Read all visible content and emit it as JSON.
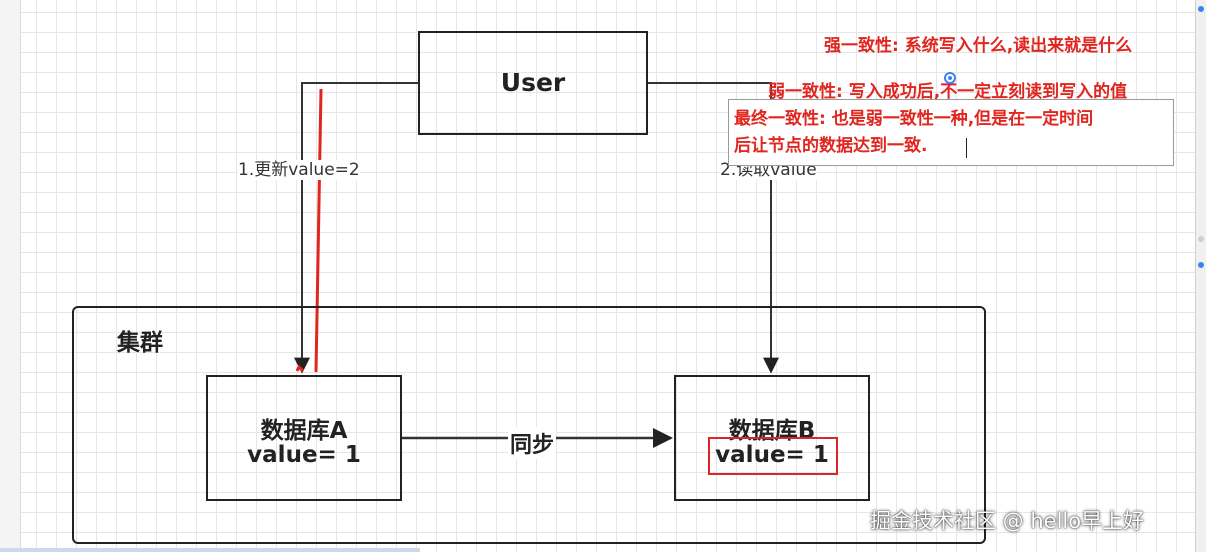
{
  "diagram": {
    "user_label": "User",
    "cluster_label": "集群",
    "db_a": {
      "name": "数据库A",
      "value": "value= 1"
    },
    "db_b": {
      "name": "数据库B",
      "value": "value= 1"
    },
    "edges": {
      "update": "1.更新value=2",
      "read": "2.读取value",
      "sync": "同步"
    }
  },
  "annotations": {
    "strong": "强一致性: 系统写入什么,读出来就是什么",
    "weak": "弱一致性: 写入成功后,不一定立刻读到写入的值",
    "eventual_line1": "最终一致性: 也是弱一致性一种,但是在一定时间",
    "eventual_line2": "后让节点的数据达到一致."
  },
  "watermark": "掘金技术社区 @ hello早上好",
  "colors": {
    "annotation_red": "#e0261f",
    "stroke_dark": "#222222",
    "highlight_red": "#d9262b"
  }
}
